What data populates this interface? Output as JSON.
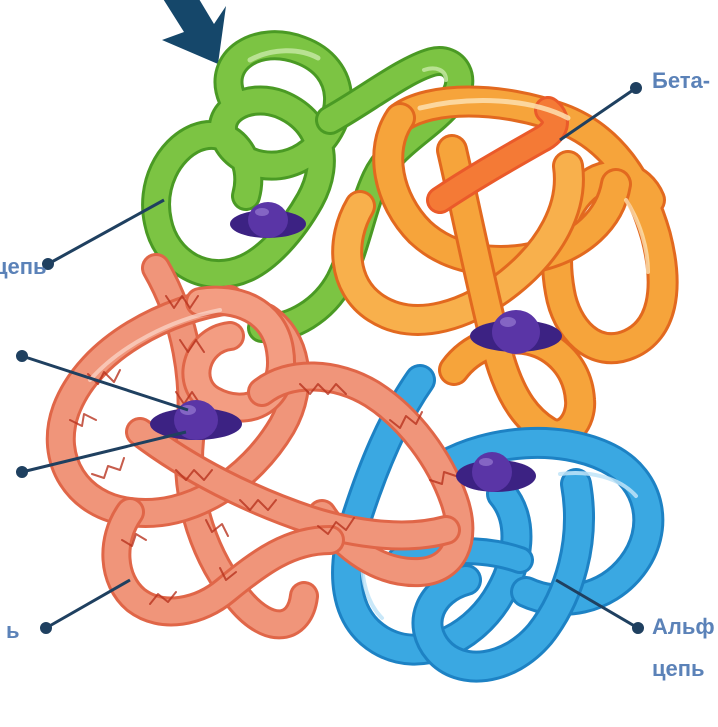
{
  "labels": {
    "beta_top": "Бета-",
    "left_upper": "цепь",
    "left_lower": "ь",
    "alpha_line1": "Альф",
    "alpha_line2": "цепь"
  },
  "colors": {
    "green": "#6fbd3a",
    "orange": "#f39a2e",
    "salmon": "#ec8466",
    "blue": "#36a4de",
    "heme": "#4f2f98",
    "arrow": "#15476a",
    "leader": "#1f4060",
    "label": "#5b82b8"
  }
}
